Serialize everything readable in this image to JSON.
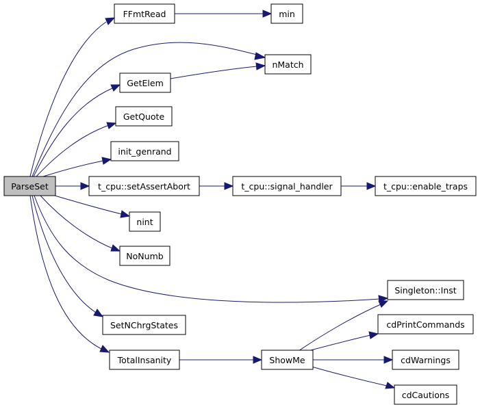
{
  "nodes": {
    "parseset": "ParseSet",
    "ffmtread": "FFmtRead",
    "min": "min",
    "nmatch": "nMatch",
    "getelem": "GetElem",
    "getquote": "GetQuote",
    "init_genrand": "init_genrand",
    "setassertabort": "t_cpu::setAssertAbort",
    "signal_handler": "t_cpu::signal_handler",
    "enable_traps": "t_cpu::enable_traps",
    "nint": "nint",
    "nonumb": "NoNumb",
    "singleton_inst": "Singleton::Inst",
    "setnchrgstates": "SetNChrgStates",
    "cdprintcommands": "cdPrintCommands",
    "totalinsanity": "TotalInsanity",
    "showme": "ShowMe",
    "cdwarnings": "cdWarnings",
    "cdcautions": "cdCautions"
  },
  "colors": {
    "edge": "#191970",
    "root_fill": "#bfbfbf",
    "node_fill": "#ffffff",
    "node_border": "#000000"
  }
}
